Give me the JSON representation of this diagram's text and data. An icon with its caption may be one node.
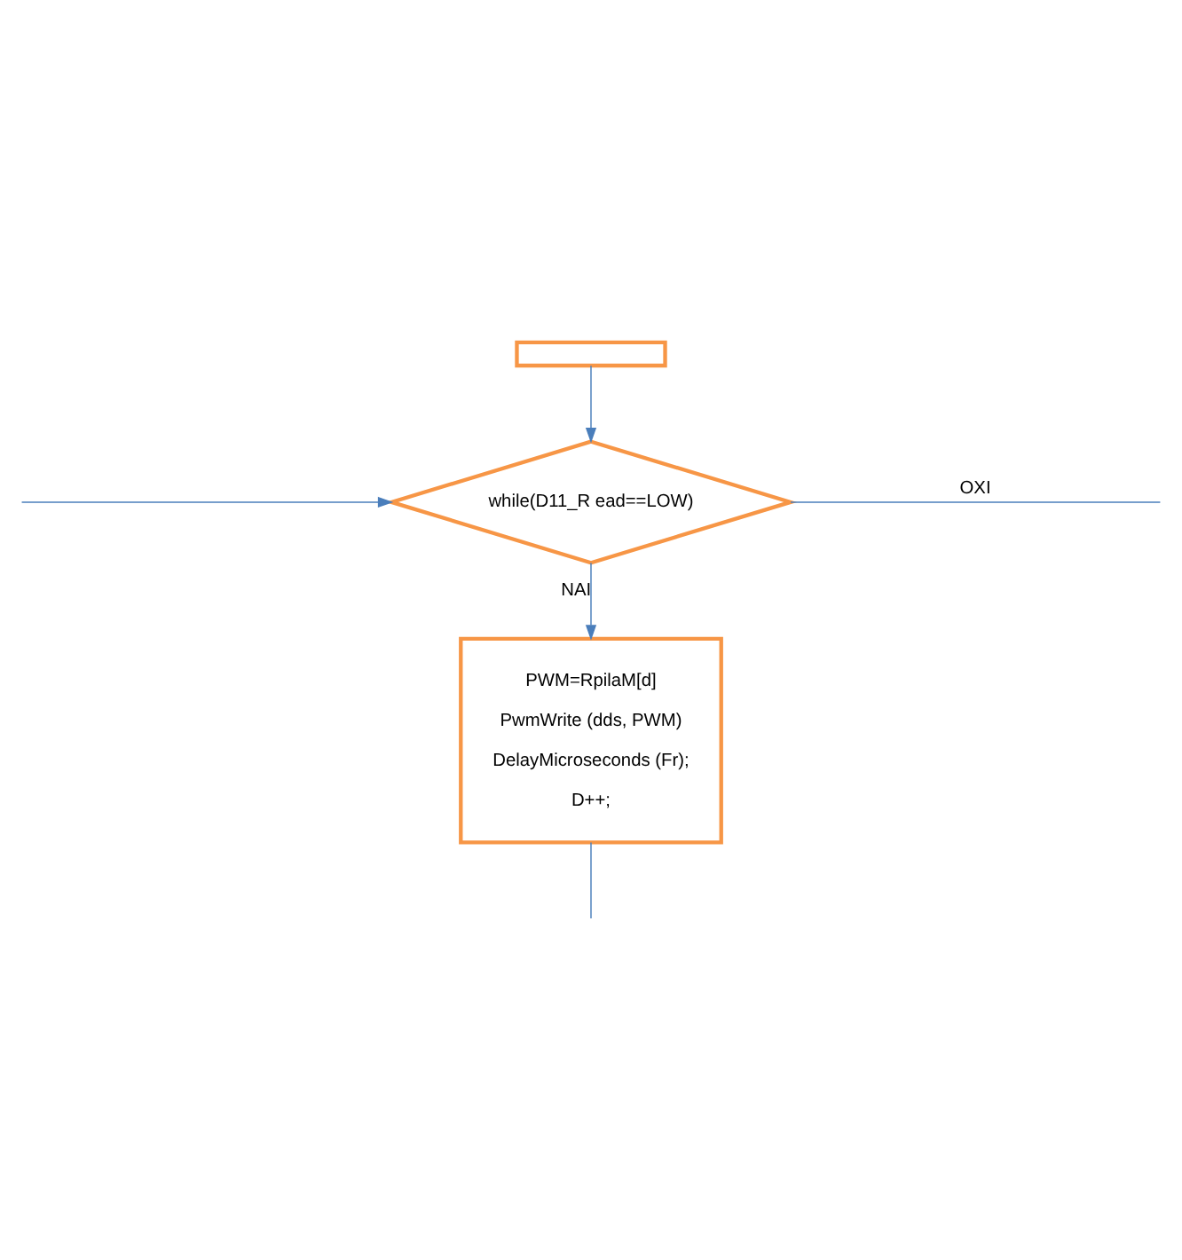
{
  "diagram": {
    "nodes": [
      {
        "text": [],
        "shape": "box"
      },
      {
        "text": [
          "while(D11_R ead==LOW)"
        ]
      },
      {
        "text": [
          "PWM=RpilaM[d]",
          "PwmWrite (dds, PWM)",
          "DelayMicroseconds (Fr);",
          "D++;"
        ]
      }
    ],
    "edges": [
      {
        "from": 0,
        "to": 1,
        "arrow": "to"
      },
      {
        "from": 1,
        "to": 2,
        "arrow": "to",
        "label": "NAI"
      },
      {
        "from": 1,
        "to": null,
        "arrow": "none",
        "label": "OXI"
      },
      {
        "from": 2,
        "to": null,
        "arrow": "none"
      },
      {
        "from": null,
        "to": 1,
        "arrow": "to"
      }
    ]
  }
}
